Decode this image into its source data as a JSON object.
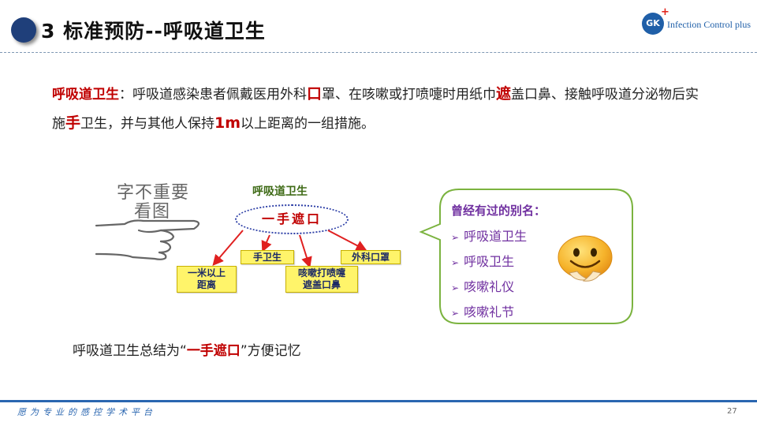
{
  "header": {
    "title": "3 标准预防--呼吸道卫生",
    "logo_mark": "GK",
    "logo_plus": "+",
    "logo_text": "Infection Control plus"
  },
  "intro": {
    "seg1": "呼吸道卫生",
    "seg2": "：呼吸道感染患者佩戴医用外科",
    "seg3": "口",
    "seg4": "罩、在咳嗽或打喷嚏时用纸巾",
    "seg5": "遮",
    "seg6": "盖口鼻、接触呼吸道分泌物后实施",
    "seg7": "手",
    "seg8": "卫生，并与其他人保持",
    "seg9": "1m",
    "seg10": "以上距离的一组措施。"
  },
  "hand": {
    "line1": "字不重要",
    "line2": "看图"
  },
  "diagram": {
    "title": "呼吸道卫生",
    "center": "一手遮口",
    "box_distance": [
      "一米以上",
      "距离"
    ],
    "box_hand": "手卫生",
    "box_cough": [
      "咳嗽打喷嚏",
      "遮盖口鼻"
    ],
    "box_mask": "外科口罩"
  },
  "callout": {
    "title": "曾经有过的别名：",
    "items": [
      "呼吸道卫生",
      "呼吸卫生",
      "咳嗽礼仪",
      "咳嗽礼节"
    ]
  },
  "summary": {
    "pre": "呼吸道卫生总结为",
    "open_quote": "“",
    "highlight": "一手遮口",
    "close_quote": "”",
    "post": "方便记忆"
  },
  "footer": {
    "slogan": "愿为专业的感控学术平台",
    "page": "27"
  },
  "colors": {
    "accent_red": "#c00000",
    "brand_blue": "#2a66b0",
    "alias_purple": "#7030a0",
    "box_yellow": "#fff46a",
    "callout_border": "#7bb33f"
  }
}
